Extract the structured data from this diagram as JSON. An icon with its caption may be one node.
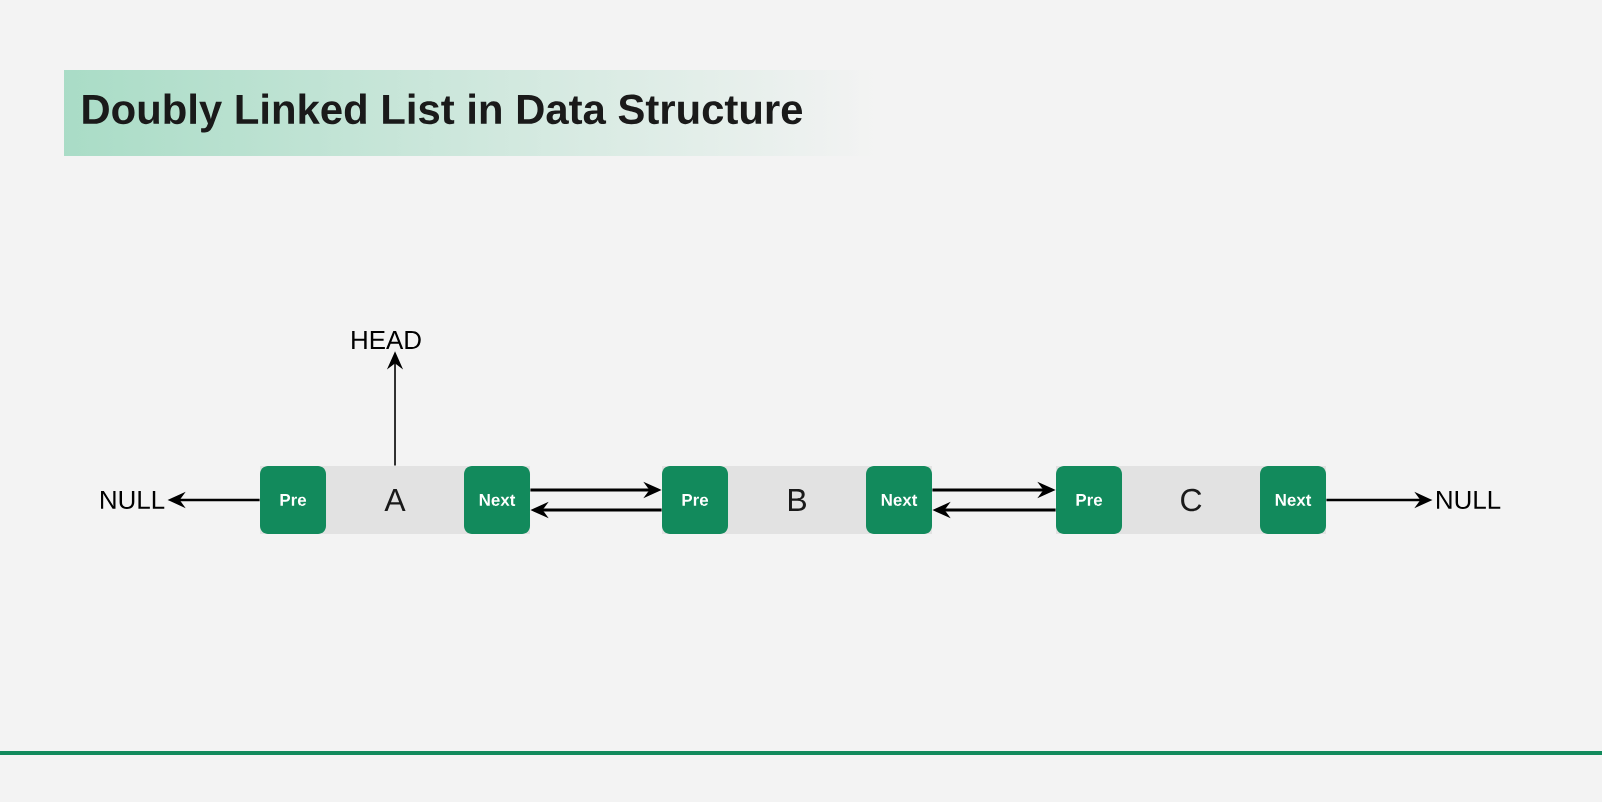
{
  "diagram": {
    "title": "Doubly Linked List in Data Structure",
    "nodes": [
      {
        "text": [
          "HEAD"
        ]
      },
      {
        "text": [
          "NULL"
        ]
      },
      {
        "text": [
          "A"
        ]
      },
      {
        "text": [
          "Pre"
        ],
        "in": 2
      },
      {
        "text": [
          "Next"
        ],
        "in": 2
      },
      {
        "text": [
          "B"
        ]
      },
      {
        "text": [
          "Pre"
        ],
        "in": 5
      },
      {
        "text": [
          "Next"
        ],
        "in": 5
      },
      {
        "text": [
          "C"
        ]
      },
      {
        "text": [
          "Pre"
        ],
        "in": 8
      },
      {
        "text": [
          "Next"
        ],
        "in": 8
      },
      {
        "text": [
          "NULL"
        ]
      }
    ],
    "edges": [
      {
        "from": 2,
        "to": 0,
        "arrow": "to"
      },
      {
        "from": 3,
        "to": 1,
        "arrow": "to"
      },
      {
        "from": 4,
        "to": 6,
        "arrow": "to"
      },
      {
        "from": 6,
        "to": 4,
        "arrow": "to"
      },
      {
        "from": 7,
        "to": 9,
        "arrow": "to"
      },
      {
        "from": 9,
        "to": 7,
        "arrow": "to"
      },
      {
        "from": 10,
        "to": 11,
        "arrow": "to"
      }
    ]
  }
}
